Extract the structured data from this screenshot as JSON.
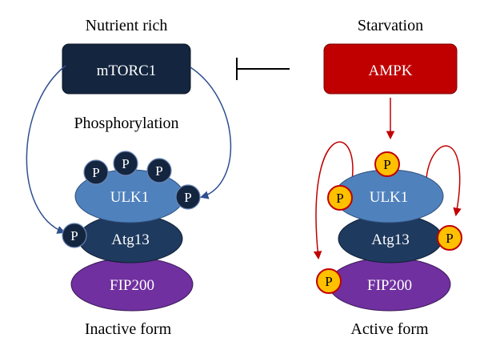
{
  "left": {
    "header": "Nutrient rich",
    "kinase": "mTORC1",
    "process": "Phosphorylation",
    "footer": "Inactive form"
  },
  "right": {
    "header": "Starvation",
    "kinase": "AMPK",
    "footer": "Active form"
  },
  "proteins": {
    "ulk1": "ULK1",
    "atg13": "Atg13",
    "fip200": "FIP200"
  },
  "phospho_label": "P",
  "colors": {
    "mtorc1_box": "#14253f",
    "ampk_box": "#c00000",
    "ulk1": "#4f81bd",
    "atg13": "#1f3a5f",
    "fip200": "#7030a0",
    "inactive_p": "#14253f",
    "active_p_fill": "#ffc000",
    "active_p_stroke": "#c00000",
    "mtorc1_arrows": "#2f4f8f",
    "ampk_arrows": "#c00000",
    "inhibition": "#000000"
  }
}
